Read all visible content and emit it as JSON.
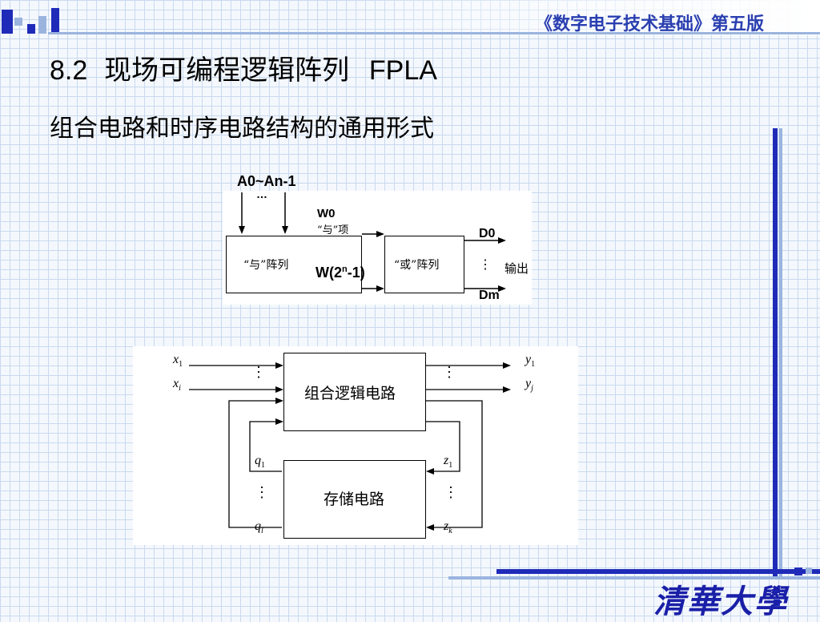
{
  "header": {
    "book_title": "《数字电子技术基础》第五版"
  },
  "title": {
    "number": "8.2",
    "text": "现场可编程逻辑阵列",
    "abbr": "FPLA"
  },
  "subtitle": "组合电路和时序电路结构的通用形式",
  "fpla_diagram": {
    "input_label": "A0~An-1",
    "input_dots": "…",
    "w0_label": "W0",
    "and_term_label": "“与”项",
    "w_last_label_prefix": "W(2",
    "w_last_label_sup": "n",
    "w_last_label_suffix": "-1)",
    "and_array_label": "“与”阵列",
    "or_array_label": "“或”阵列",
    "d0_label": "D0",
    "dm_label": "Dm",
    "out_dots": "⋮",
    "output_label": "输出"
  },
  "seq_diagram": {
    "comb_label": "组合逻辑电路",
    "storage_label": "存储电路",
    "x1": "x",
    "x1_sub": "1",
    "xi": "x",
    "xi_sub": "i",
    "y1": "y",
    "y1_sub": "1",
    "yj": "y",
    "yj_sub": "j",
    "q1": "q",
    "q1_sub": "1",
    "ql": "q",
    "ql_sub": "l",
    "z1": "z",
    "z1_sub": "1",
    "zk": "z",
    "zk_sub": "k",
    "vdots": "⋮"
  },
  "logo": {
    "text": "清華大學"
  },
  "colors": {
    "accent_blue": "#1f2bb8",
    "light_blue": "#9ab4de",
    "title_blue": "#2a3fb0"
  }
}
